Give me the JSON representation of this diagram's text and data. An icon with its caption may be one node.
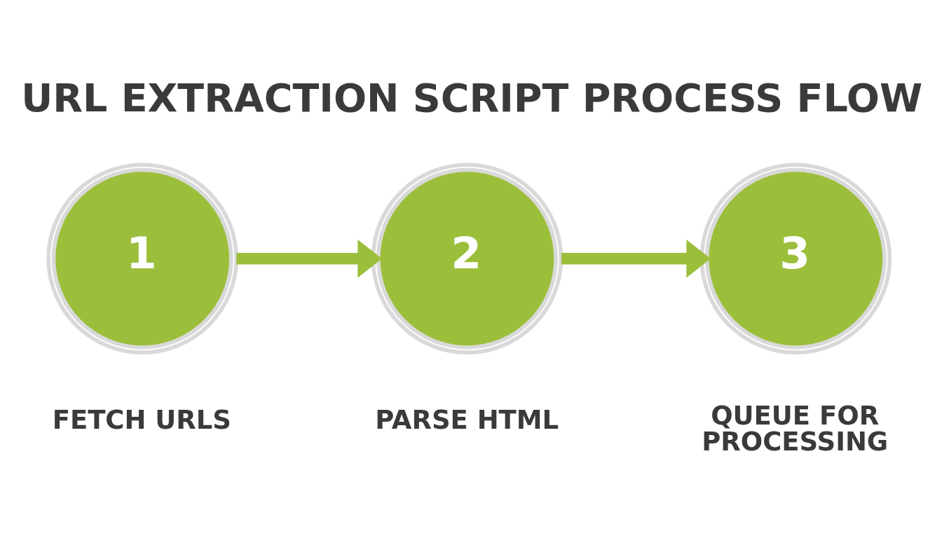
{
  "diagram": {
    "title": "URL EXTRACTION SCRIPT PROCESS FLOW",
    "nodes": [
      {
        "text": [
          "1"
        ],
        "beside": [
          "FETCH URLS"
        ]
      },
      {
        "text": [
          "2"
        ],
        "beside": [
          "PARSE HTML"
        ]
      },
      {
        "text": [
          "3"
        ],
        "beside": [
          "QUEUE FOR PROCESSING"
        ]
      }
    ],
    "edges": [
      {
        "from": 0,
        "to": 1,
        "arrow": "to"
      },
      {
        "from": 1,
        "to": 2,
        "arrow": "to"
      }
    ]
  }
}
